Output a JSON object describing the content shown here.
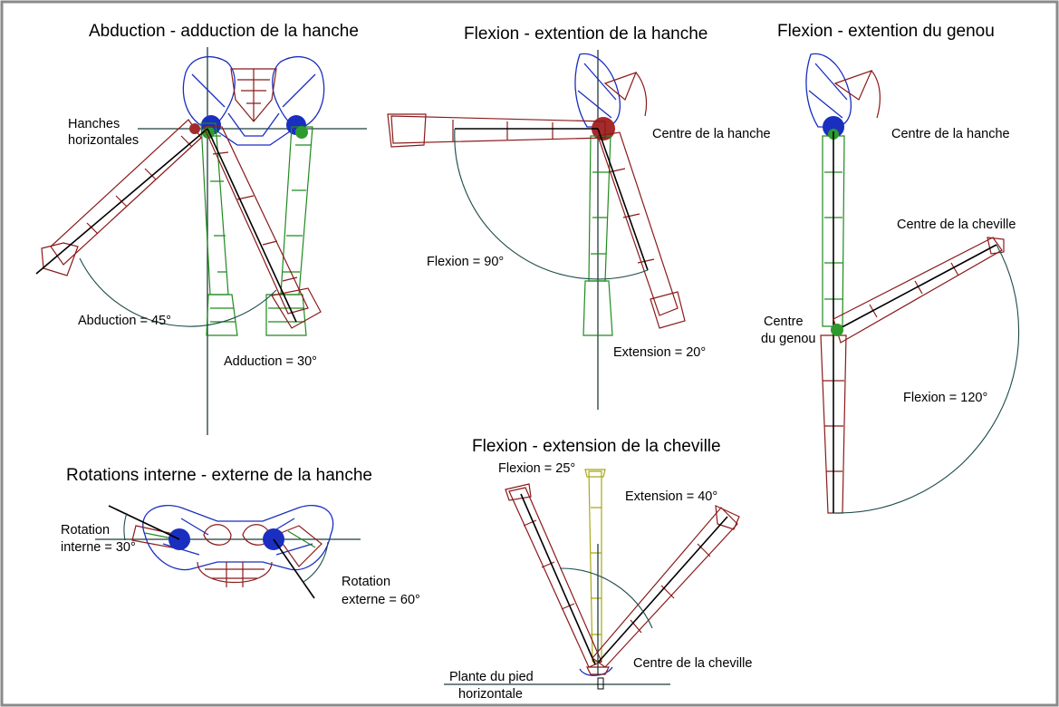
{
  "panels": {
    "abduction": {
      "title": "Abduction - adduction de la hanche",
      "label_hips_line1": "Hanches",
      "label_hips_line2": "horizontales",
      "label_abduction": "Abduction = 45°",
      "label_adduction": "Adduction = 30°"
    },
    "hip_flexion": {
      "title": "Flexion - extention de la hanche",
      "label_center": "Centre de la hanche",
      "label_flexion": "Flexion = 90°",
      "label_extension": "Extension = 20°"
    },
    "knee_flexion": {
      "title": "Flexion - extention du genou",
      "label_hip_center": "Centre de la hanche",
      "label_ankle_center": "Centre de la cheville",
      "label_knee_line1": "Centre",
      "label_knee_line2": "du genou",
      "label_flexion": "Flexion = 120°"
    },
    "rotations": {
      "title": "Rotations interne - externe de la hanche",
      "label_internal_line1": "Rotation",
      "label_internal_line2": "interne = 30°",
      "label_external_line1": "Rotation",
      "label_external_line2": "externe = 60°"
    },
    "ankle_flexion": {
      "title": "Flexion - extension de la cheville",
      "label_flexion": "Flexion = 25°",
      "label_extension": "Extension = 40°",
      "label_center": "Centre de la cheville",
      "label_sole_line1": "Plante du pied",
      "label_sole_line2": "horizontale"
    }
  },
  "colors": {
    "moved_limb": "#8b1a1a",
    "reference_limb": "#1f8a1f",
    "pelvis": "#1a2fbf",
    "neutral_foot": "#a8a818",
    "axes": "#1e3d3a"
  }
}
